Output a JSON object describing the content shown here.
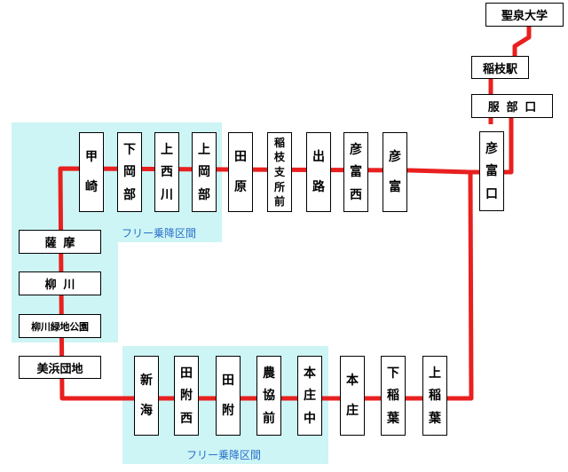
{
  "colors": {
    "route_line": "#e8201f",
    "free_zone_bg": "#cdf5f5",
    "free_zone_text": "#2a6fc9",
    "station_border": "#000000"
  },
  "free_zones": {
    "upper": {
      "label": "フリー乗降区間"
    },
    "lower": {
      "label": "フリー乗降区間"
    }
  },
  "stations": {
    "seisen_daigaku": "聖泉大学",
    "inae_eki": "稲枝駅",
    "hattori_guchi": "服部口",
    "hikotomi_guchi": "彦富口",
    "hikotomi": "彦富",
    "hikotomi_nishi": "彦富西",
    "dero": "出路",
    "inae_shishomae": "稲枝支所前",
    "tahara": "田原",
    "kamioka_be": "上岡部",
    "kaminishikawa": "上西川",
    "shimooka_be": "下岡部",
    "kouzaki": "甲崎",
    "satsuma": "薩摩",
    "yanagawa": "柳川",
    "yanagawa_ryokuchi_kouen": "柳川緑地公園",
    "mihama_danchi": "美浜団地",
    "shinkai": "新海",
    "tabukanishi": "田附西",
    "tabuka": "田附",
    "noukyoumae": "農協前",
    "honjounaka": "本庄中",
    "honjou": "本庄",
    "shimoinaba": "下稲葉",
    "kamiinaba": "上稲葉"
  }
}
